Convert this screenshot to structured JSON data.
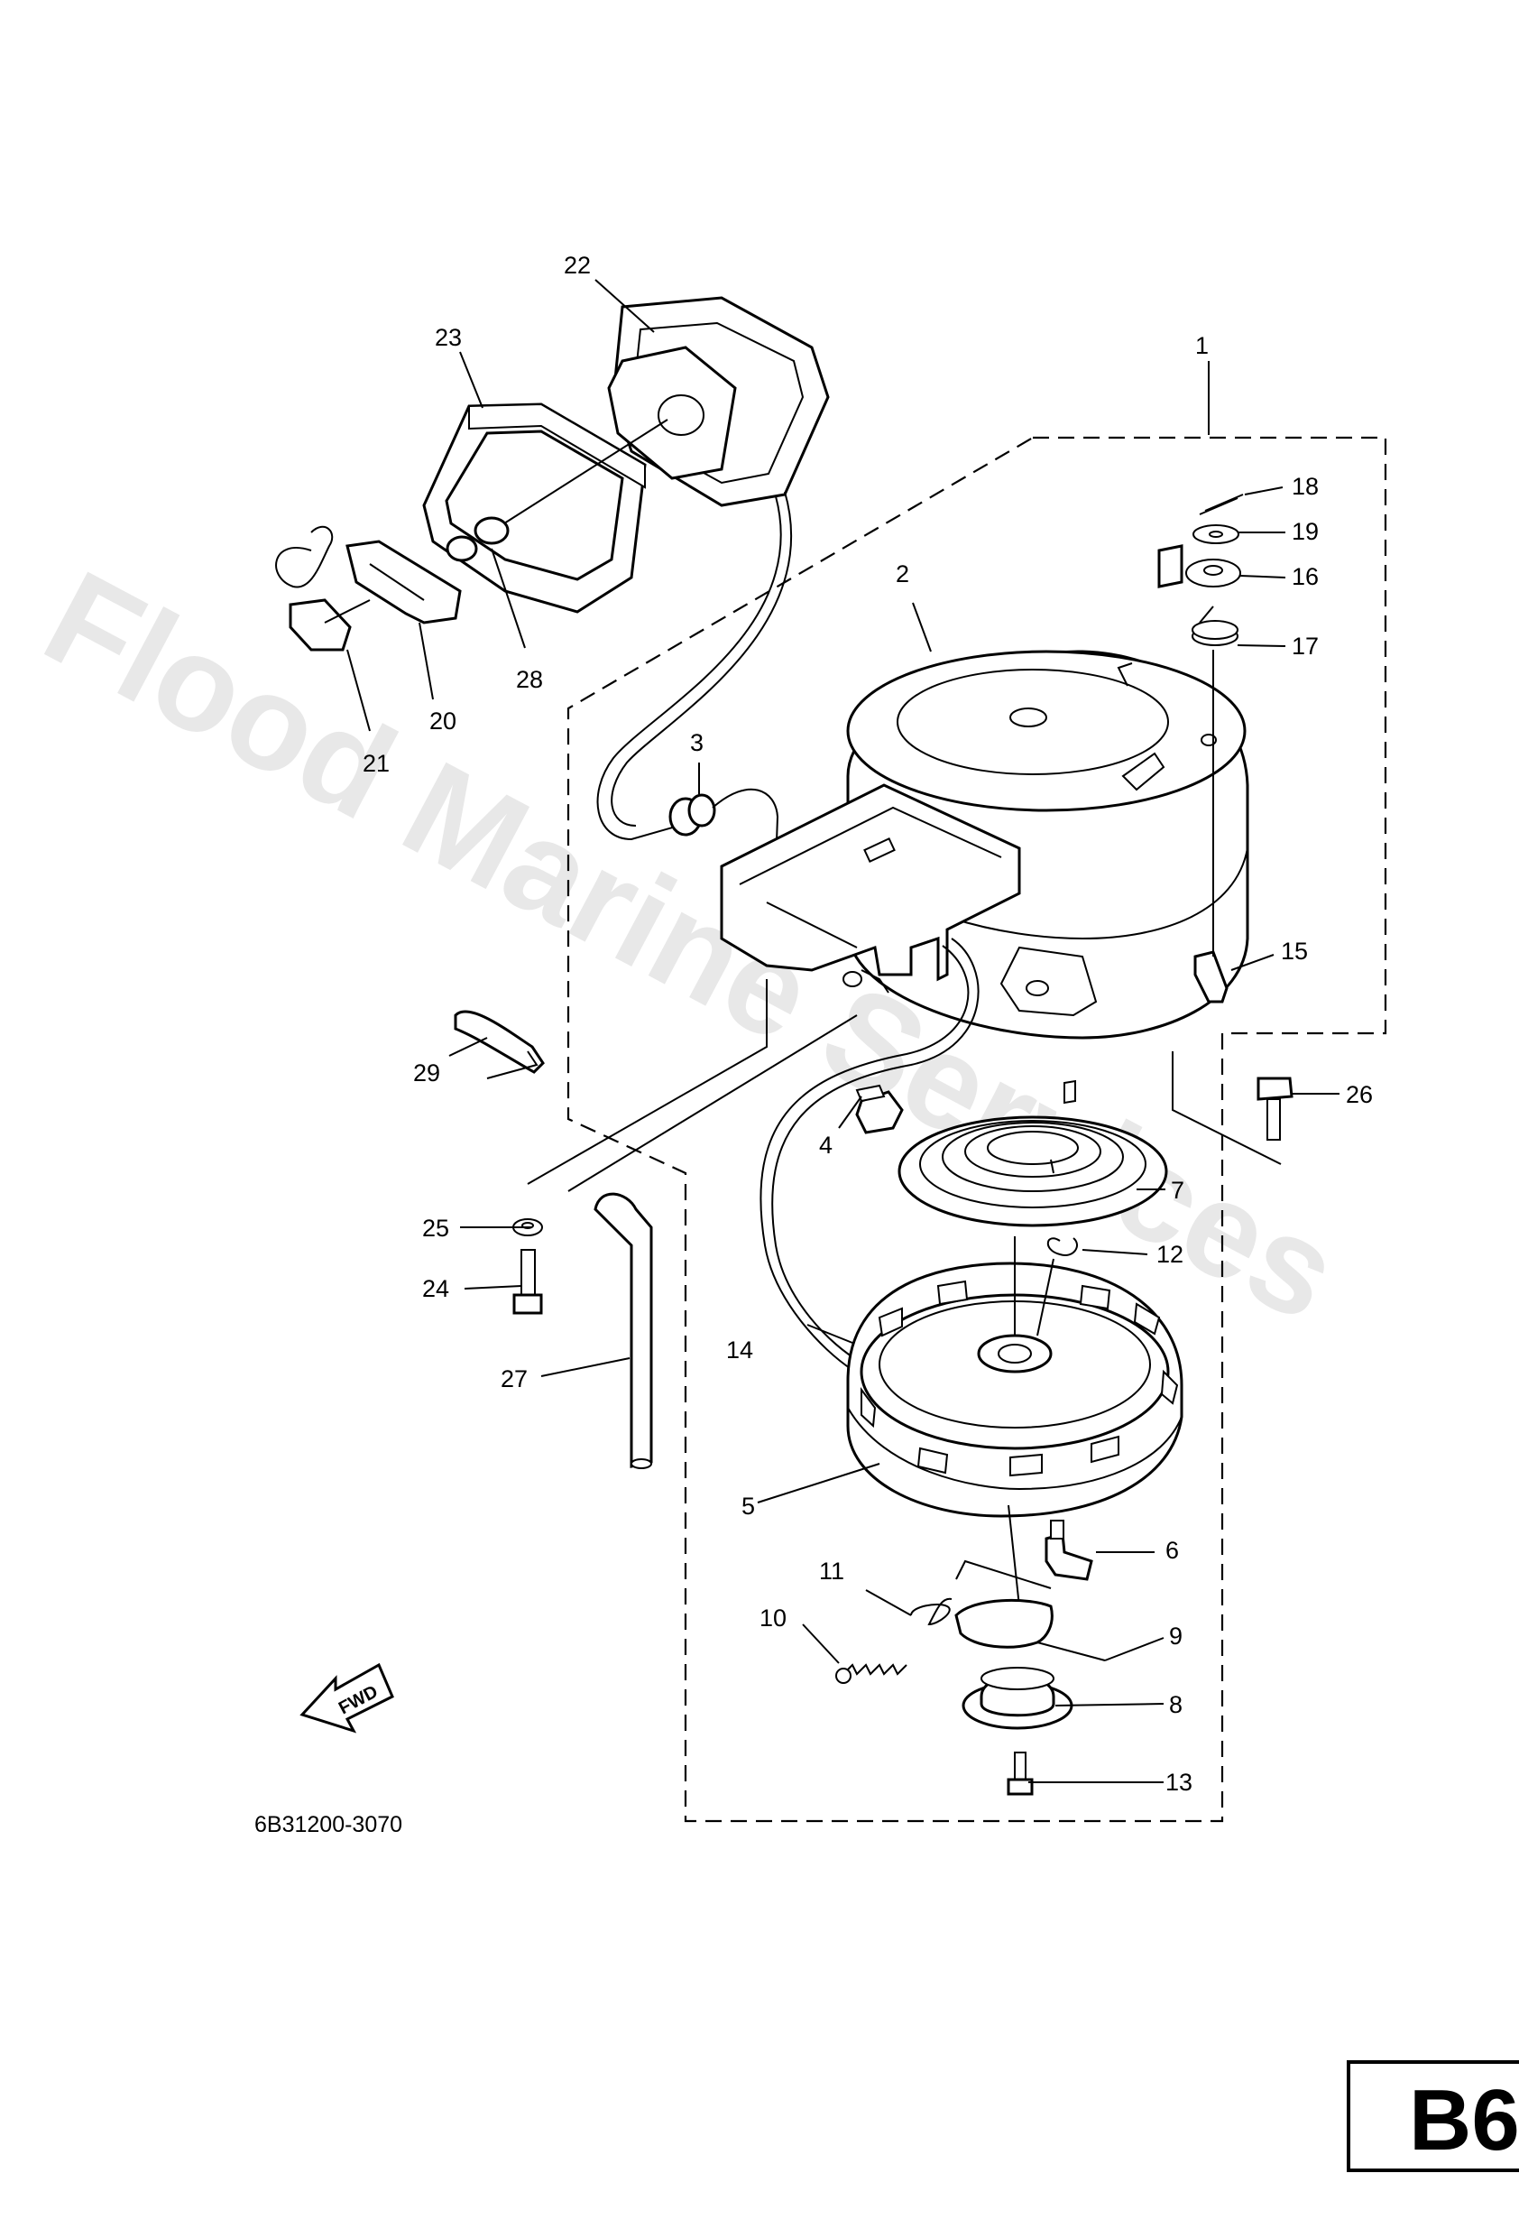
{
  "watermark": "Flood Marine Services",
  "diagram_code": "6B31200-3070",
  "fwd_label": "FWD",
  "section_badge": "B6",
  "callouts": {
    "c1": "1",
    "c2": "2",
    "c3": "3",
    "c4": "4",
    "c5": "5",
    "c6": "6",
    "c7": "7",
    "c8": "8",
    "c9": "9",
    "c10": "10",
    "c11": "11",
    "c12": "12",
    "c13": "13",
    "c14": "14",
    "c15": "15",
    "c16": "16",
    "c17": "17",
    "c18": "18",
    "c19": "19",
    "c20": "20",
    "c21": "21",
    "c22": "22",
    "c23": "23",
    "c24": "24",
    "c25": "25",
    "c26": "26",
    "c27": "27",
    "c28": "28",
    "c29": "29"
  }
}
